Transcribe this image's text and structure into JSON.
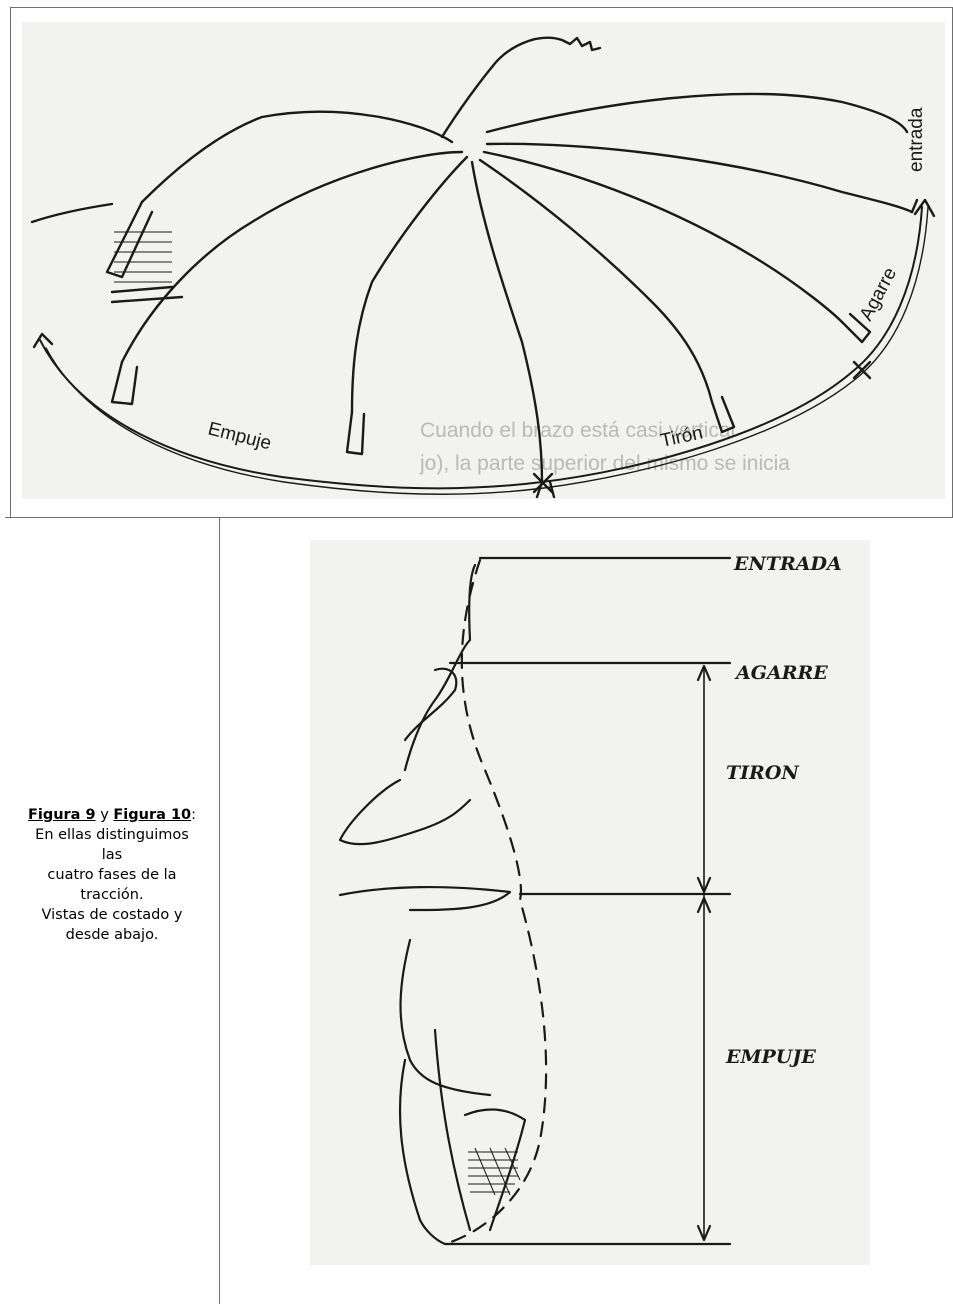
{
  "figure9": {
    "labels": {
      "entry": "entrada",
      "catch": "Agarre",
      "pull": "Tirón",
      "push": "Empuje"
    },
    "background_text": {
      "line1": "Cuando el brazo está casi vertical",
      "line2": "jo), la parte superior del mismo se inicia"
    }
  },
  "figure10": {
    "labels": {
      "entry": "ENTRADA",
      "catch": "AGARRE",
      "pull": "TIRON",
      "push": "EMPUJE"
    }
  },
  "caption": {
    "fig9_label": "Figura 9",
    "connector": " y ",
    "fig10_label": "Figura 10",
    "colon": ":",
    "line1": "En ellas distinguimos",
    "line2": "las",
    "line3": "cuatro fases de la",
    "line4": "tracción.",
    "line5": "Vistas de costado y",
    "line6": "desde abajo."
  },
  "colors": {
    "border": "#6e6e6e",
    "scan_background": "#f2f2f0",
    "ink": "#1a1a1a"
  }
}
